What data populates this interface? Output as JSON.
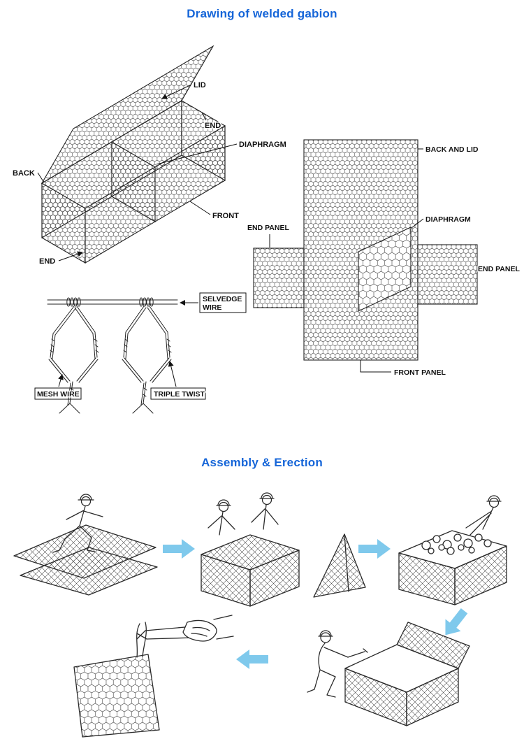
{
  "titles": {
    "drawing_section": "Drawing of welded gabion",
    "assembly_section": "Assembly & Erection"
  },
  "colors": {
    "title_text": "#1565d8",
    "line_art": "#222222",
    "flow_arrow": "#7fc9ec"
  },
  "iso_gabion": {
    "labels": {
      "lid": "LID",
      "end_top": "END",
      "diaphragm": "DIAPHRAGM",
      "back": "BACK",
      "front": "FRONT",
      "end_bottom": "END"
    }
  },
  "flat_pattern": {
    "labels": {
      "back_and_lid": "BACK AND LID",
      "end_panel_left": "END PANEL",
      "diaphragm": "DIAPHRAGM",
      "end_panel_right": "END PANEL",
      "front_panel": "FRONT PANEL"
    }
  },
  "wire_detail": {
    "labels": {
      "selvedge_wire_line1": "SELVEDGE",
      "selvedge_wire_line2": "WIRE",
      "mesh_wire": "MESH WIRE",
      "triple_twist": "TRIPLE TWIST"
    }
  }
}
